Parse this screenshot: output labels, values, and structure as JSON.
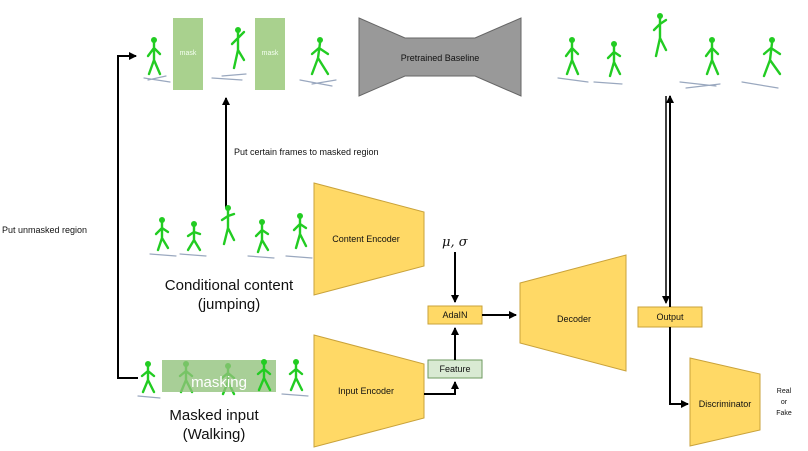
{
  "diagram": {
    "top_row": {
      "mask_label_1": "mask",
      "mask_label_2": "mask",
      "baseline_label": "Pretrained Baseline"
    },
    "annotations": {
      "put_frames": "Put certain frames to masked region",
      "put_unmasked": "Put unmasked region"
    },
    "conditional": {
      "line1": "Conditional content",
      "line2": "(jumping)"
    },
    "masked_input": {
      "overlay": "masking",
      "line1": "Masked input",
      "line2": "(Walking)"
    },
    "blocks": {
      "content_encoder": "Content Encoder",
      "input_encoder": "Input Encoder",
      "decoder": "Decoder",
      "discriminator": "Discriminator",
      "adain": "AdaIN",
      "feature": "Feature",
      "output": "Output",
      "mu_sigma": "μ, σ",
      "real": "Real",
      "or": "or",
      "fake": "Fake"
    },
    "colors": {
      "block_fill": "#ffd966",
      "block_stroke": "#c9a23a",
      "baseline_fill": "#999999",
      "feature_fill": "#d9ead3",
      "mask_fill": "#a9d18e",
      "figure": "#22cc22"
    }
  }
}
